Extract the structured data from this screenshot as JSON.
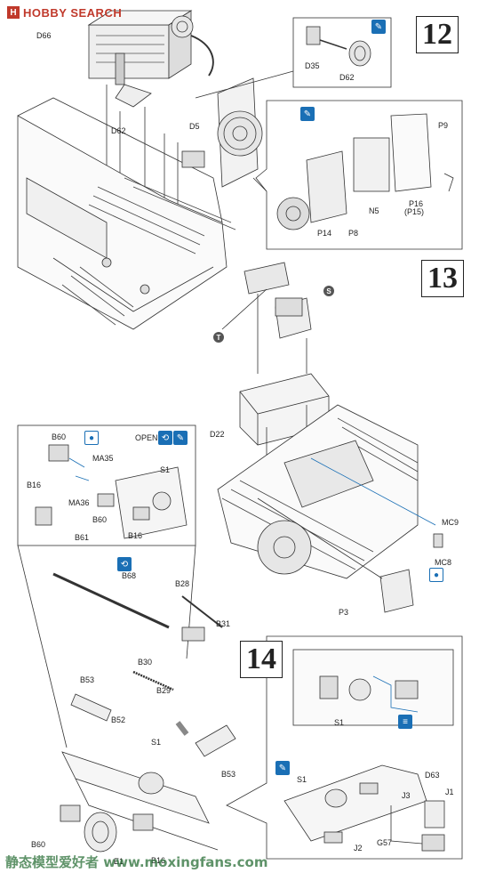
{
  "header": {
    "logo_mark": "H",
    "logo_text": "HOBBY SEARCH"
  },
  "watermark": "静态模型爱好者 www.moxingfans.com",
  "steps": {
    "s12": "12",
    "s13": "13",
    "s14": "14"
  },
  "labels": {
    "D66": "D66",
    "D62a": "D62",
    "D5": "D5",
    "D35": "D35",
    "D62b": "D62",
    "P9": "P9",
    "P16": "P16",
    "P15": "(P15)",
    "N5": "N5",
    "P8": "P8",
    "P14": "P14",
    "D22": "D22",
    "MC9": "MC9",
    "MC8": "MC8",
    "P3": "P3",
    "B60a": "B60",
    "MA35": "MA35",
    "MA36": "MA36",
    "B16a": "B16",
    "B61": "B61",
    "S1a": "S1",
    "B60b": "B60",
    "B16b": "B16",
    "OPEN": "OPEN",
    "B68": "B68",
    "B28": "B28",
    "B31": "B31",
    "B30": "B30",
    "B29": "B29",
    "B53a": "B53",
    "B52": "B52",
    "S1b": "S1",
    "B53b": "B53",
    "B60c": "B60",
    "B16c": "B16",
    "E1": "E1",
    "S1c": "S1",
    "S1d": "S1",
    "J2": "J2",
    "G57": "G57",
    "J3": "J3",
    "J1": "J1",
    "D63": "D63"
  },
  "markers": {
    "S": "S",
    "T": "T"
  },
  "icons": [
    "glue-icon",
    "cement-icon",
    "open-icon",
    "paint-icon"
  ],
  "colors": {
    "ink": "#222222",
    "accent_blue": "#1a6fb5",
    "brand_red": "#c0392b"
  }
}
